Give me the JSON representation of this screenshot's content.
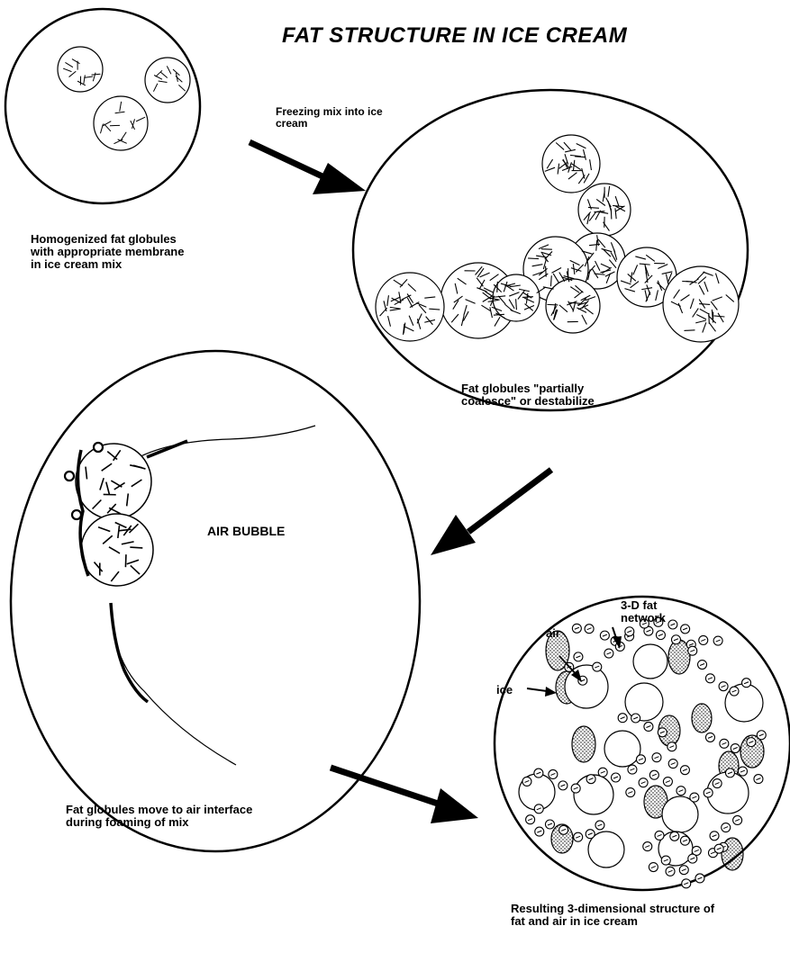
{
  "title": "FAT STRUCTURE IN ICE CREAM",
  "labels": {
    "homogenized": "Homogenized fat globules\nwith appropriate membrane\nin ice cream mix",
    "freezing": "Freezing mix into ice\ncream",
    "coalesce": "Fat globules \"partially\ncoalesce\" or destabilize",
    "air_bubble": "AIR BUBBLE",
    "foaming": "Fat globules move to air interface\nduring foaming of mix",
    "network": "3-D fat\nnetwork",
    "air": "air",
    "ice": "ice",
    "resulting": "Resulting 3-dimensional structure of\nfat and air in ice cream"
  },
  "colors": {
    "ink": "#000000",
    "paper": "#ffffff"
  }
}
